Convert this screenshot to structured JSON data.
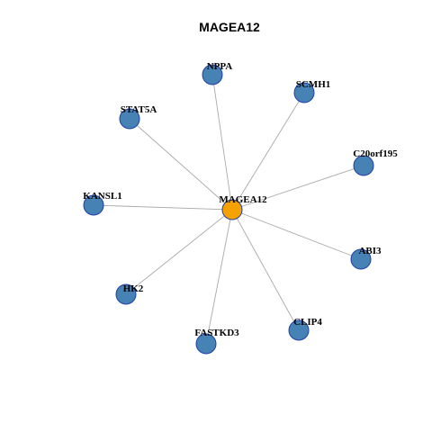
{
  "title": "MAGEA12",
  "colors": {
    "hub_fill": "#f5a100",
    "node_fill": "#4682b4",
    "node_stroke": "#1f3fa8",
    "edge": "#aaaaaa"
  },
  "network": {
    "hub": "MAGEA12",
    "neighbors": [
      "NPPA",
      "SCMH1",
      "C20orf195",
      "ABI3",
      "CLIP4",
      "FASTKD3",
      "HK2",
      "KANSL1",
      "STAT5A"
    ],
    "edges": [
      [
        "MAGEA12",
        "NPPA"
      ],
      [
        "MAGEA12",
        "SCMH1"
      ],
      [
        "MAGEA12",
        "C20orf195"
      ],
      [
        "MAGEA12",
        "ABI3"
      ],
      [
        "MAGEA12",
        "CLIP4"
      ],
      [
        "MAGEA12",
        "FASTKD3"
      ],
      [
        "MAGEA12",
        "HK2"
      ],
      [
        "MAGEA12",
        "KANSL1"
      ],
      [
        "MAGEA12",
        "STAT5A"
      ]
    ]
  }
}
